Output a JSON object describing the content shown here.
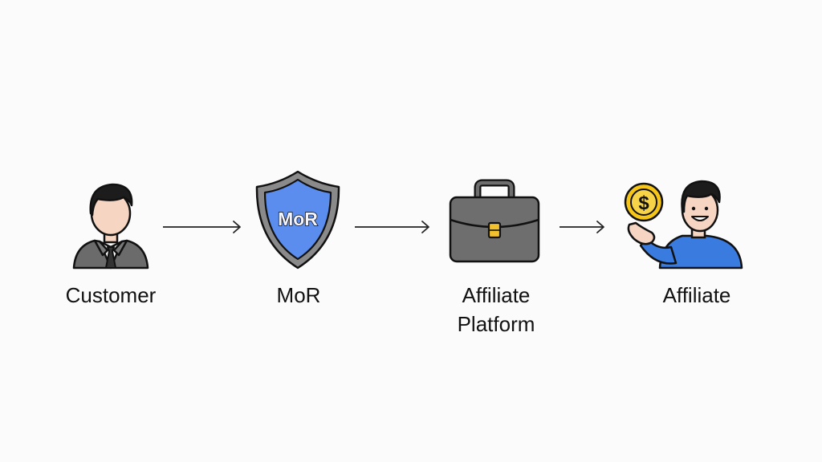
{
  "nodes": [
    {
      "id": "customer",
      "label": "Customer"
    },
    {
      "id": "mor",
      "label": "MoR",
      "badge": "MoR"
    },
    {
      "id": "affiliate-platform",
      "label_line1": "Affiliate",
      "label_line2": "Platform"
    },
    {
      "id": "affiliate",
      "label": "Affiliate",
      "coin_symbol": "$"
    }
  ],
  "colors": {
    "shield_blue": "#5b8def",
    "shield_border": "#8a8a8a",
    "briefcase": "#6e6e6e",
    "briefcase_latch": "#f2c12e",
    "coin": "#f5c518",
    "person_blue_shirt": "#3a7be0",
    "skin": "#f6d5c3",
    "suit": "#6b6b6b"
  },
  "icons": [
    "businessman-icon",
    "shield-icon",
    "briefcase-icon",
    "coin-hand-person-icon"
  ]
}
